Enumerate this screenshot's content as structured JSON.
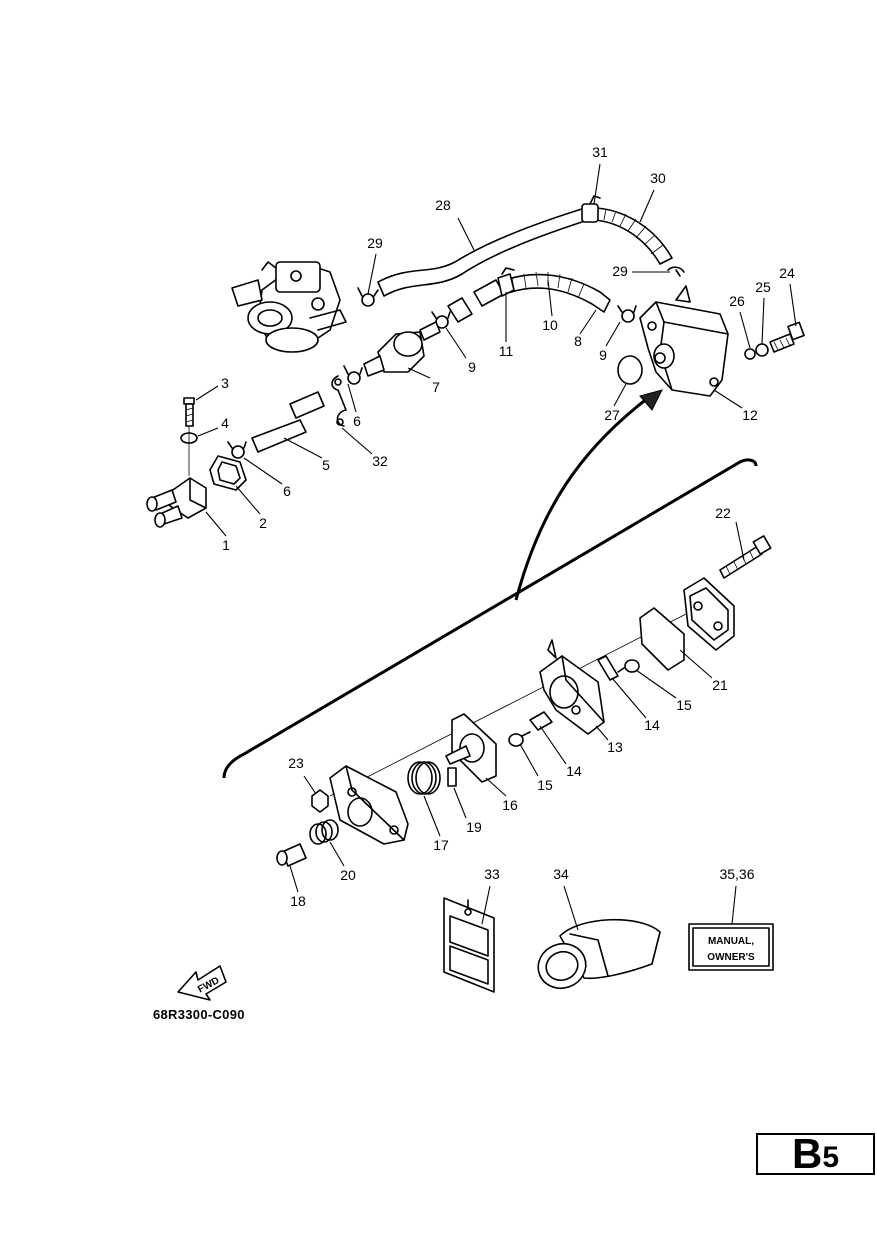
{
  "callouts": [
    "1",
    "2",
    "3",
    "4",
    "5",
    "6",
    "6",
    "7",
    "8",
    "9",
    "9",
    "10",
    "11",
    "12",
    "13",
    "14",
    "14",
    "15",
    "15",
    "16",
    "17",
    "18",
    "19",
    "20",
    "21",
    "22",
    "23",
    "24",
    "25",
    "26",
    "27",
    "28",
    "29",
    "29",
    "30",
    "31",
    "32",
    "33",
    "34",
    "35,36"
  ],
  "manual_label_line1": "MANUAL,",
  "manual_label_line2": "OWNER'S",
  "fwd_label": "FWD",
  "figure_code": "68R3300-C090",
  "page_code_letter": "B",
  "page_code_number": "5"
}
